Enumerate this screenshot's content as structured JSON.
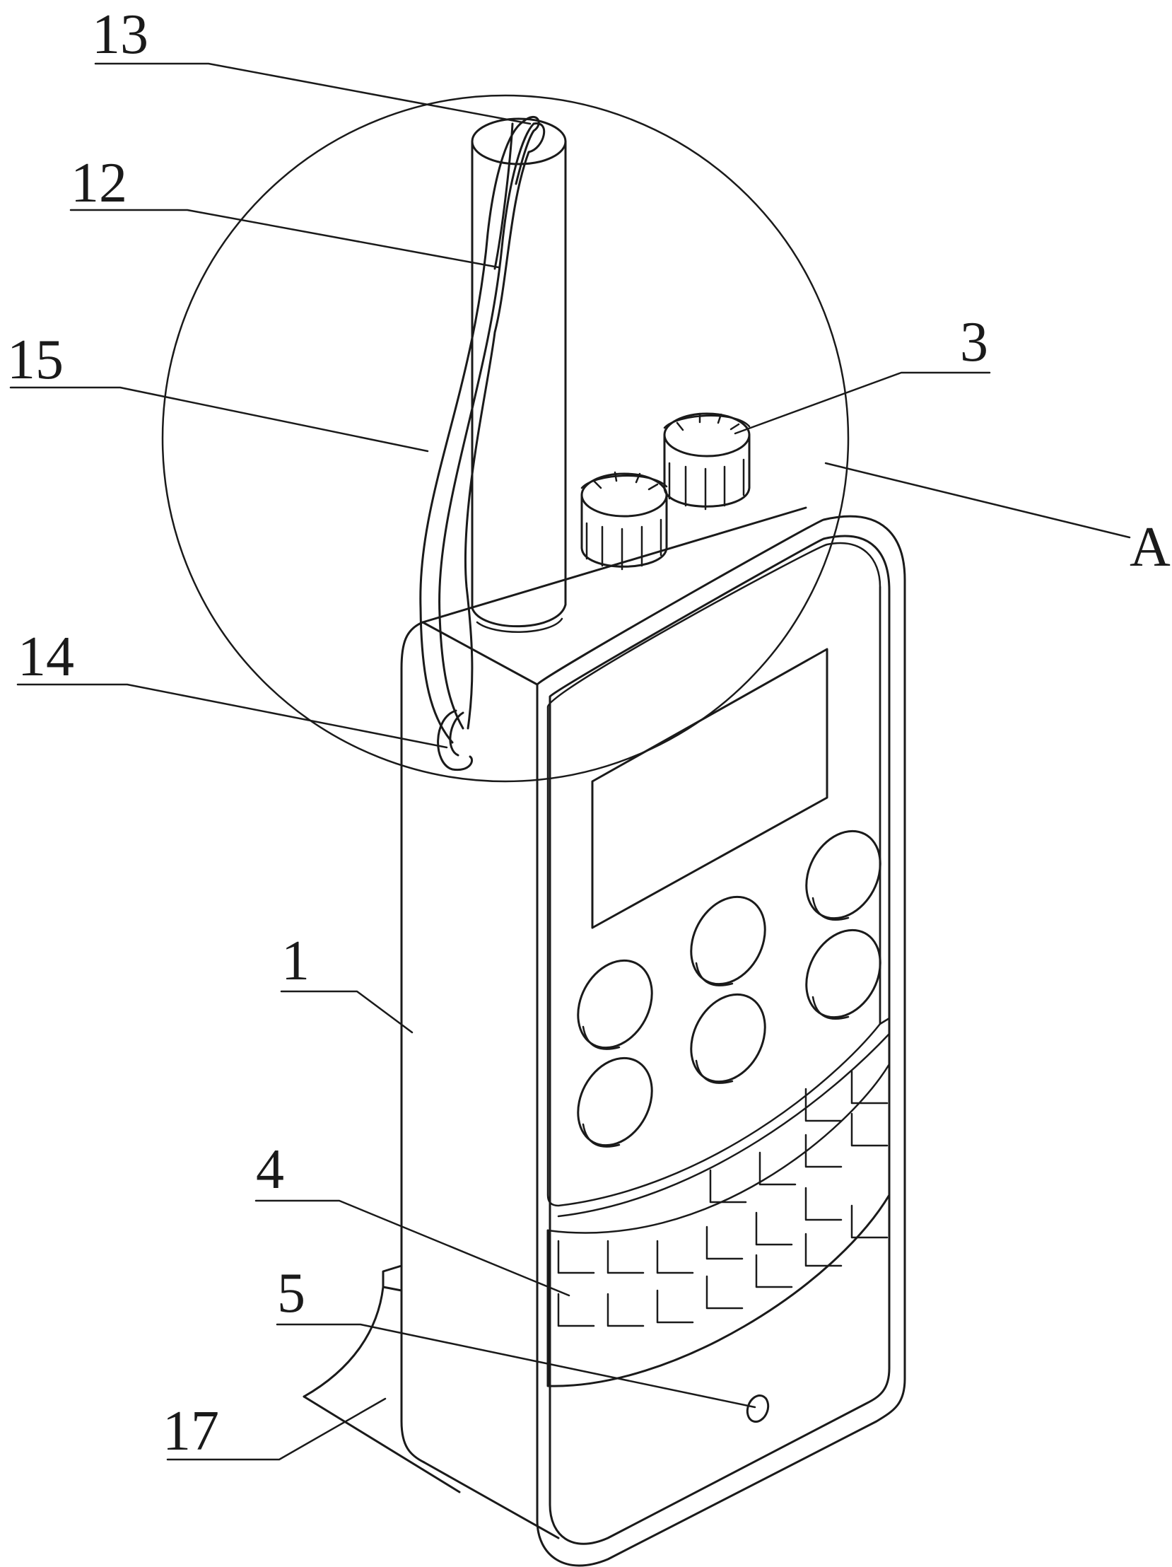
{
  "labels": {
    "l13": "13",
    "l12": "12",
    "l15": "15",
    "l14": "14",
    "l3": "3",
    "lA": "A",
    "l1": "1",
    "l4": "4",
    "l5": "5",
    "l17": "17"
  },
  "colors": {
    "line": "#1a1a1a",
    "background": "#ffffff"
  }
}
